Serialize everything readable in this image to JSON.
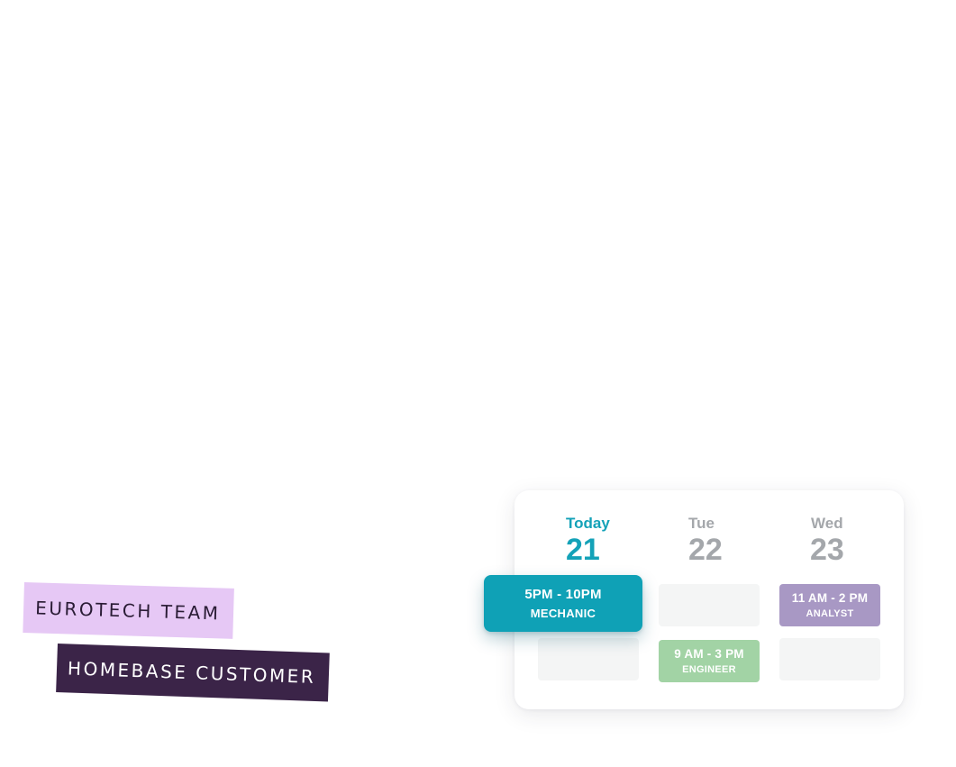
{
  "tapes": {
    "light": "EUROTECH TEAM",
    "dark": "HOMEBASE CUSTOMER"
  },
  "schedule": {
    "days": [
      {
        "name": "Today",
        "number": "21"
      },
      {
        "name": "Tue",
        "number": "22"
      },
      {
        "name": "Wed",
        "number": "23"
      }
    ],
    "shifts": {
      "mechanic": {
        "time": "5PM - 10PM",
        "role": "MECHANIC"
      },
      "engineer": {
        "time": "9 AM - 3 PM",
        "role": "ENGINEER"
      },
      "analyst": {
        "time": "11 AM - 2 PM",
        "role": "ANALYST"
      }
    }
  },
  "colors": {
    "today_accent": "#14a2b8",
    "mechanic": "#0fa1b6",
    "engineer": "#a2d3a5",
    "analyst": "#a898c4",
    "tape_light": "#e6c8f5",
    "tape_dark": "#3b2448"
  }
}
